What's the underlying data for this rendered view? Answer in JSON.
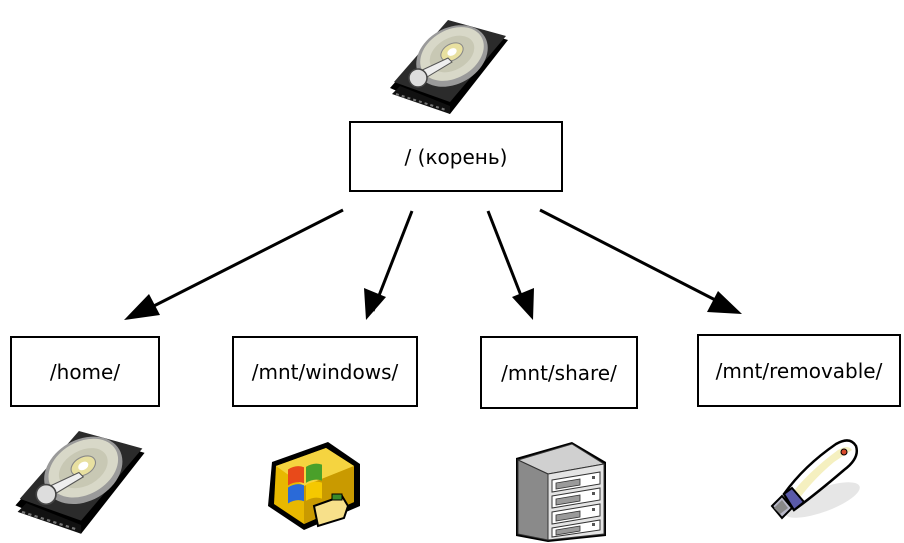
{
  "diagram": {
    "root": {
      "label": "/ (корень)",
      "icon": "hard-disk-icon"
    },
    "children": [
      {
        "label": "/home/",
        "icon": "hard-disk-icon"
      },
      {
        "label": "/mnt/windows/",
        "icon": "windows-partition-icon"
      },
      {
        "label": "/mnt/share/",
        "icon": "network-server-icon"
      },
      {
        "label": "/mnt/removable/",
        "icon": "usb-flash-drive-icon"
      }
    ],
    "edge_color": "#000000"
  }
}
